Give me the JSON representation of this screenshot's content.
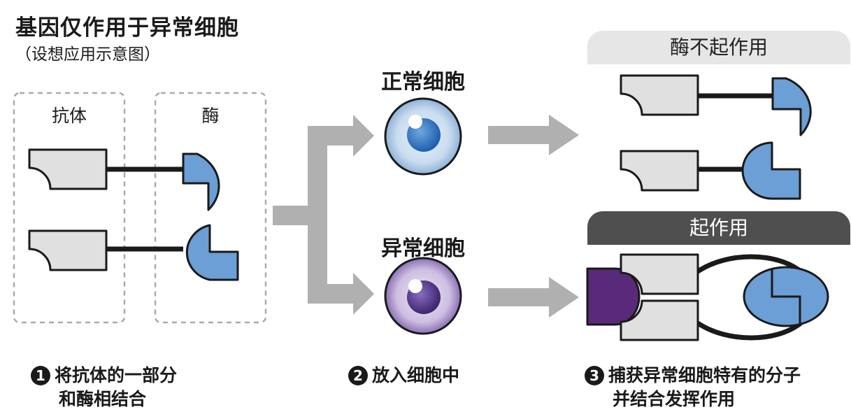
{
  "title": "基因仅作用于异常细胞",
  "subtitle": "（设想应用示意图）",
  "panel1": {
    "antibody_label": "抗体",
    "enzyme_label": "酶"
  },
  "cells": {
    "normal_label": "正常细胞",
    "abnormal_label": "异常细胞"
  },
  "results": {
    "inactive_label": "酶不起作用",
    "active_label": "起作用"
  },
  "steps": [
    {
      "num": "1",
      "line1": "将抗体的一部分",
      "line2": "和酶相结合"
    },
    {
      "num": "2",
      "line1": "放入细胞中",
      "line2": ""
    },
    {
      "num": "3",
      "line1": "捕获异常细胞特有的分子",
      "line2": "并结合发挥作用"
    }
  ],
  "colors": {
    "enzyme_blue": "#6b9fd5",
    "antibody_gray": "#e0e0e0",
    "arrow_gray": "#b0b0b0",
    "banner_light": "#e6e6e6",
    "banner_dark": "#4f4f4f",
    "target_purple": "#5a2a7a",
    "normal_cell_blue": "#4a86c8",
    "abnormal_cell_purple": "#6a4a9a"
  }
}
